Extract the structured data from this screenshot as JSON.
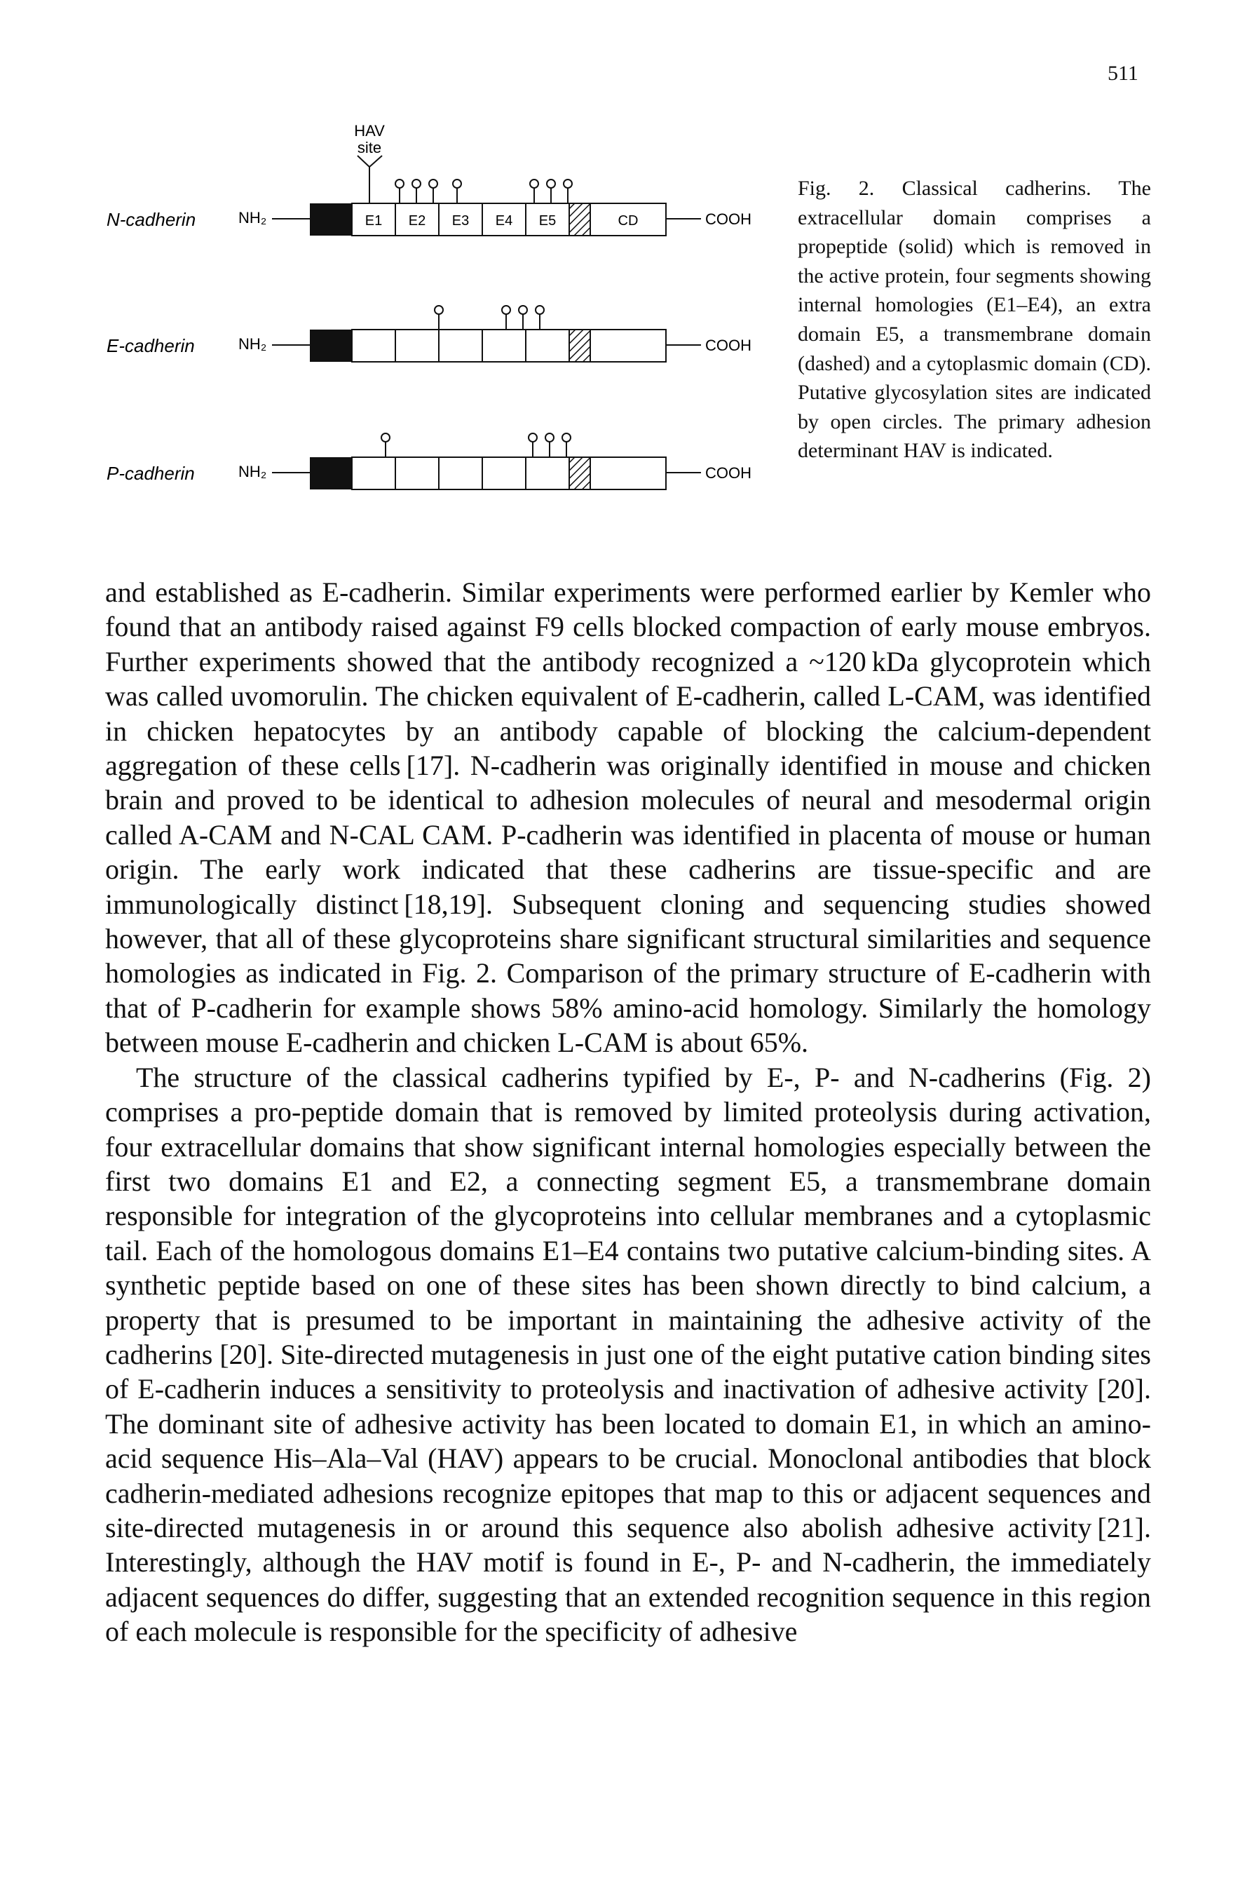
{
  "page": {
    "number": "511"
  },
  "figure": {
    "hav_label_line1": "HAV",
    "hav_label_line2": "site",
    "terminal_n": "NH₂",
    "terminal_c": "COOH",
    "proteins": [
      {
        "name": "N-cadherin",
        "domains": [
          "E1",
          "E2",
          "E3",
          "E4",
          "E5",
          "CD"
        ]
      },
      {
        "name": "E-cadherin"
      },
      {
        "name": "P-cadherin"
      }
    ],
    "caption": "Fig. 2. Classical cadherins. The extracellular domain comprises a propeptide (solid) which is removed in the active protein, four segments showing internal homologies (E1–E4), an extra domain E5, a transmembrane domain (dashed) and a cytoplasmic domain (CD). Putative glycosylation sites are indicated by open circles. The primary adhesion determinant HAV is indicated."
  },
  "body": {
    "paragraphs": [
      "and established as E-cadherin. Similar experiments were performed earlier by Kemler who found that an antibody raised against F9 cells blocked compaction of early mouse embryos. Further experiments showed that the antibody recognized a ~120 kDa glycoprotein which was called uvomorulin. The chicken equivalent of E-cadherin, called L-CAM, was identified in chicken hepatocytes by an antibody capable of blocking the calcium-dependent aggregation of these cells [17]. N-cadherin was originally identified in mouse and chicken brain and proved to be identical to adhesion molecules of neural and mesodermal origin called A-CAM and N-CAL CAM. P-cadherin was identified in placenta of mouse or human origin. The early work indicated that these cadherins are tissue-specific and are immunologically distinct [18,19]. Subsequent cloning and sequencing studies showed however, that all of these glycoproteins share significant structural similarities and sequence homologies as indicated in Fig. 2. Comparison of the primary structure of E-cadherin with that of P-cadherin for example shows 58% amino-acid homology. Similarly the homology between mouse E-cadherin and chicken L-CAM is about 65%.",
      "The structure of the classical cadherins typified by E-, P- and N-cadherins (Fig. 2) comprises a pro-peptide domain that is removed by limited proteolysis during activation, four extracellular domains that show significant internal homologies especially between the first two domains E1 and E2, a connecting segment E5, a transmembrane domain responsible for integration of the glycoproteins into cellular membranes and a cytoplasmic tail. Each of the homologous domains E1–E4 contains two putative calcium-binding sites. A synthetic peptide based on one of these sites has been shown directly to bind calcium, a property that is presumed to be important in maintaining the adhesive activity of the cadherins [20]. Site-directed mutagenesis in just one of the eight putative cation binding sites of E-cadherin induces a sensitivity to proteolysis and inactivation of adhesive activity [20]. The dominant site of adhesive activity has been located to domain E1, in which an amino-acid sequence His–Ala–Val (HAV) appears to be crucial. Monoclonal antibodies that block cadherin-mediated adhesions recognize epitopes that map to this or adjacent sequences and site-directed mutagenesis in or around this sequence also abolish adhesive activity [21]. Interestingly, although the HAV motif is found in E-, P- and N-cadherin, the immediately adjacent sequences do differ, suggesting that an extended recognition sequence in this region of each molecule is responsible for the specificity of adhesive"
    ]
  }
}
